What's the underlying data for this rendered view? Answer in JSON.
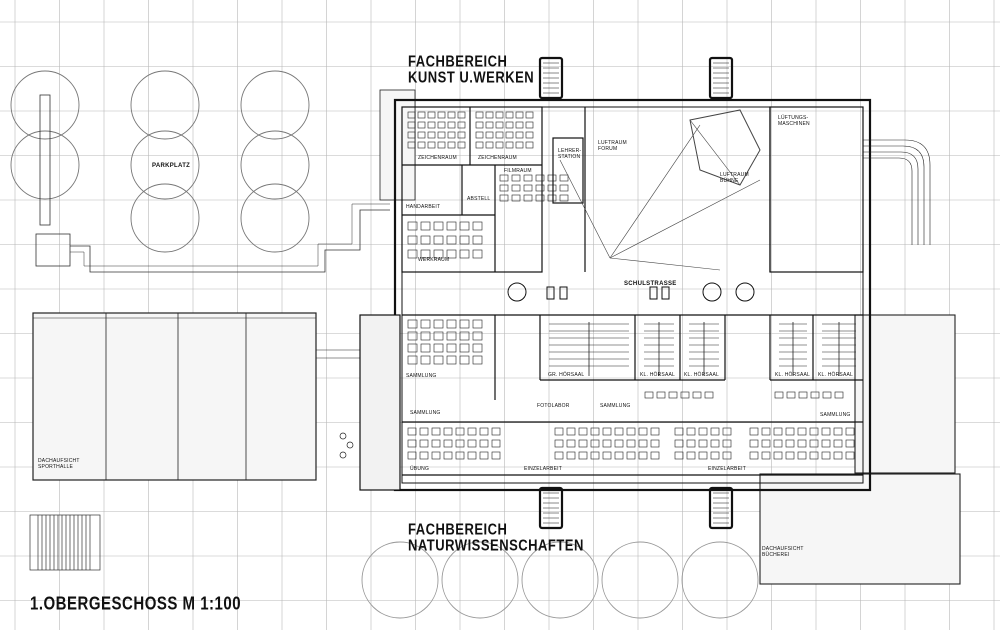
{
  "headings": {
    "kunst_line1": "FACHBEREICH",
    "kunst_line2": "KUNST U.WERKEN",
    "natur_line1": "FACHBEREICH",
    "natur_line2": "NATURWISSENSCHAFTEN",
    "scale_title": "1.OBERGESCHOSS  M 1:100"
  },
  "labels": {
    "parkplatz": "PARKPLATZ",
    "schulstrasse": "SCHULSTRASSE",
    "luftraum_forum": "LUFTRAUM FORUM",
    "luftraum_buhne": "LUFTRAUM BÜHNE",
    "lueftungsmaschinen": "LÜFTUNGS-MASCHINEN",
    "zeichenraum_1": "ZEICHENRAUM",
    "zeichenraum_2": "ZEICHENRAUM",
    "filmraum": "FILMRAUM",
    "lehrer_station": "LEHRER-STATION",
    "handarbeit": "HANDARBEIT",
    "werkraum": "WERKRAUM",
    "abstell": "ABSTELL",
    "dachaufsicht_sporthalle": "DACHAUFSICHT SPORTHALLE",
    "dachaufsicht_buecherei": "DACHAUFSICHT BÜCHEREI",
    "gr_hoersaal": "GR. HÖRSAAL",
    "kl_hoersaal_1": "KL. HÖRSAAL",
    "kl_hoersaal_2": "KL. HÖRSAAL",
    "kl_hoersaal_3": "KL. HÖRSAAL",
    "kl_hoersaal_4": "KL. HÖRSAAL",
    "fotolabor": "FOTOLABOR",
    "sammlung_1": "SAMMLUNG",
    "sammlung_2": "SAMMLUNG",
    "sammlung_3": "SAMMLUNG",
    "sammlung_4": "SAMMLUNG",
    "uebung": "ÜBUNG",
    "einzelarbeit": "EINZELARBEIT",
    "einzelarbeit_2": "EINZELARBEIT"
  }
}
